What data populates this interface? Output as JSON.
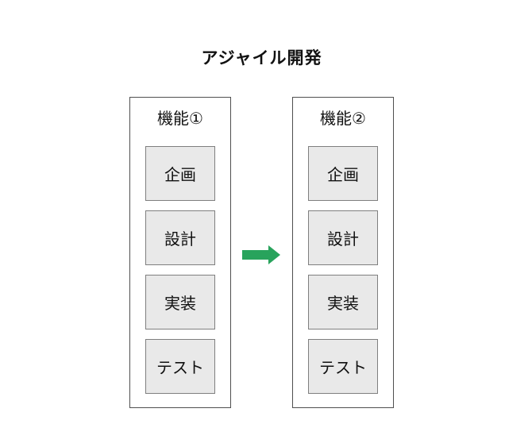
{
  "title": "アジャイル開発",
  "columns": [
    {
      "header": "機能①",
      "steps": [
        "企画",
        "設計",
        "実装",
        "テスト"
      ]
    },
    {
      "header": "機能②",
      "steps": [
        "企画",
        "設計",
        "実装",
        "テスト"
      ]
    }
  ],
  "arrow": {
    "direction": "right",
    "meaning": "sequence-from-feature1-to-feature2"
  },
  "colors": {
    "arrow_green": "#28a35c",
    "box_fill": "#e9e9e9",
    "box_border": "#7f7f7f",
    "container_border": "#4f4f4f",
    "text": "#111111",
    "background": "#ffffff"
  }
}
